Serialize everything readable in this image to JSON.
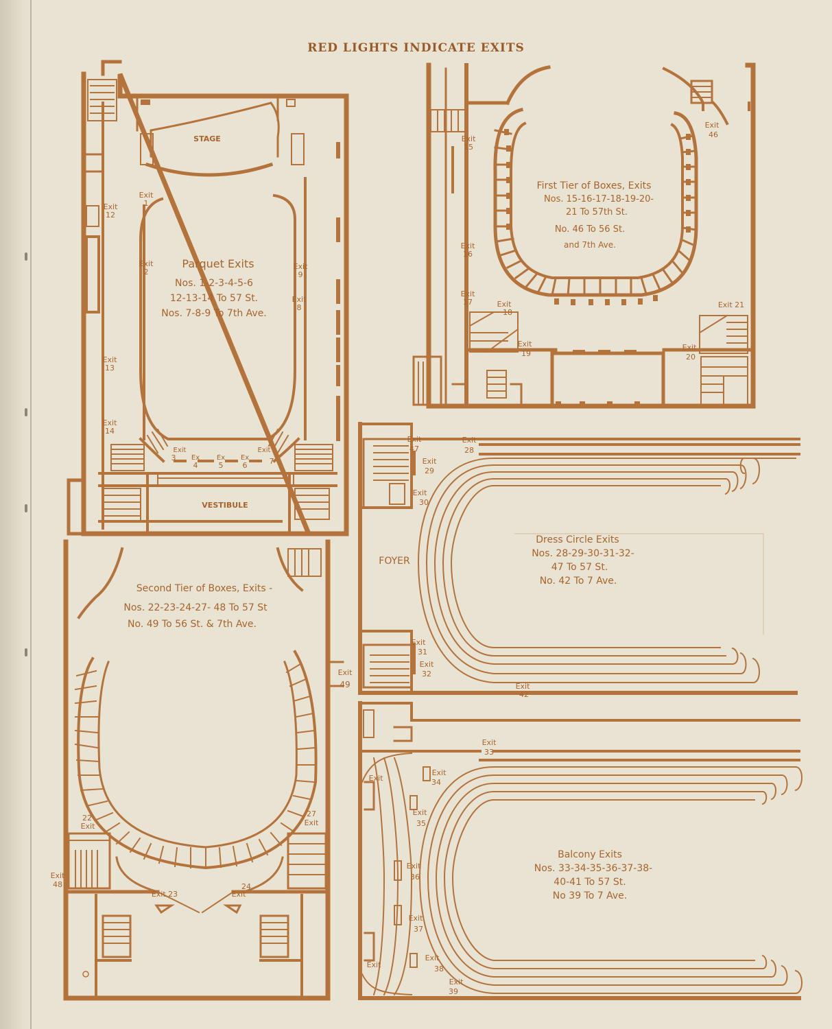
{
  "header": "RED LIGHTS INDICATE EXITS",
  "colors": {
    "paper": "#e9e3d4",
    "ink": "#b5733c",
    "text": "#a8642c"
  },
  "parquet": {
    "stage": "STAGE",
    "vestibule": "VESTIBULE",
    "title": "Parquet Exits",
    "lines": [
      "Nos. 1-2-3-4-5-6",
      "12-13-14 To 57 St.",
      "Nos. 7-8-9 To 7th Ave."
    ],
    "exits": {
      "e1": [
        "Exit",
        "1"
      ],
      "e2": [
        "Exit",
        "2"
      ],
      "e12": [
        "Exit",
        "12"
      ],
      "e13": [
        "Exit",
        "13"
      ],
      "e14": [
        "Exit",
        "14"
      ],
      "e9": [
        "Exit",
        "9"
      ],
      "e8": [
        "Exit",
        "8"
      ],
      "e3": [
        "Exit",
        "3"
      ],
      "e4": [
        "Ex",
        "4"
      ],
      "e5": [
        "Ex",
        "5"
      ],
      "e6": [
        "Ex",
        "6"
      ],
      "e7": [
        "Exit",
        "7"
      ]
    }
  },
  "first_tier": {
    "title": "First Tier of Boxes, Exits",
    "lines": [
      "Nos. 15-16-17-18-19-20-",
      "21 To 57th St.",
      "No. 46 To 56 St.",
      "and 7th Ave."
    ],
    "exits": {
      "e15": [
        "Exit",
        "15"
      ],
      "e16": [
        "Exit",
        "16"
      ],
      "e17": [
        "Exit",
        "17"
      ],
      "e18": [
        "Exit",
        "18"
      ],
      "e19": [
        "Exit",
        "19"
      ],
      "e20": [
        "Exit",
        "20"
      ],
      "e21": "Exit 21",
      "e46": [
        "Exit",
        "46"
      ]
    }
  },
  "second_tier": {
    "title": "Second Tier of Boxes, Exits -",
    "lines": [
      "Nos. 22-23-24-27- 48 To 57 St",
      "No. 49 To 56 St. & 7th Ave."
    ],
    "exits": {
      "e22": [
        "22",
        "Exit"
      ],
      "e27": [
        "27",
        "Exit"
      ],
      "e48": [
        "Exit",
        "48"
      ],
      "e49": [
        "Exit",
        "49"
      ],
      "e23": "Exit 23",
      "e24": [
        "24",
        "Exit"
      ]
    }
  },
  "dress_circle": {
    "foyer": "FOYER",
    "title": "Dress Circle Exits",
    "lines": [
      "Nos. 28-29-30-31-32-",
      "47 To 57 St.",
      "No. 42 To 7 Ave."
    ],
    "exits": {
      "e47": [
        "Exit",
        "47"
      ],
      "e28": [
        "Exit",
        "28"
      ],
      "e29": [
        "Exit",
        "29"
      ],
      "e30": [
        "Exit",
        "30"
      ],
      "e31": [
        "Exit",
        "31"
      ],
      "e32": [
        "Exit",
        "32"
      ],
      "e42": [
        "Exit",
        "42"
      ]
    }
  },
  "balcony": {
    "title": "Balcony Exits",
    "lines": [
      "Nos. 33-34-35-36-37-38-",
      "40-41 To 57 St.",
      "No 39 To 7 Ave."
    ],
    "exits": {
      "e33": [
        "Exit",
        "33"
      ],
      "e34": [
        "Exit",
        "34"
      ],
      "e35": [
        "Exit",
        "35"
      ],
      "e36": [
        "Exit",
        "36"
      ],
      "e37": [
        "Exit",
        "37"
      ],
      "e38": [
        "Exit",
        "38"
      ],
      "e39": [
        "Exit",
        "39"
      ],
      "e40": "Exit",
      "e41": "Exit"
    }
  }
}
